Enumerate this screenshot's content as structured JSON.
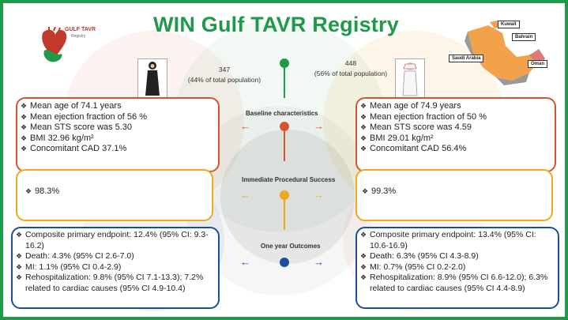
{
  "title": "WIN Gulf TAVR Registry",
  "logo": {
    "text": "GULF TAVR",
    "subtext": "Registry"
  },
  "map": {
    "countries": [
      "Kuwait",
      "Bahrain",
      "Saudi Arabia",
      "Oman"
    ]
  },
  "female_population": {
    "count": "347",
    "percent": "(44% of total population)"
  },
  "male_population": {
    "count": "448",
    "percent": "(56% of total population)"
  },
  "sections": {
    "baseline": "Baseline characteristics",
    "procedural": "Immediate Procedural Success",
    "outcomes": "One year Outcomes"
  },
  "colors": {
    "green": "#1e9a4a",
    "red": "#d9532f",
    "yellow": "#f0a81c",
    "blue": "#1b4f9c"
  },
  "female_baseline": [
    "Mean age of 74.1 years",
    "Mean ejection fraction of 56 %",
    "Mean STS score was 5.30",
    "BMI 32.96 kg/m²",
    "Concomitant CAD 37.1%"
  ],
  "male_baseline": [
    "Mean age of 74.9 years",
    "Mean ejection fraction of 50 %",
    "Mean STS score was 4.59",
    "BMI 29.01 kg/m²",
    "Concomitant CAD 56.4%"
  ],
  "female_success": "98.3%",
  "male_success": "99.3%",
  "female_outcomes": [
    "Composite primary endpoint: 12.4% (95% CI: 9.3-16.2)",
    "Death: 4.3% (95% CI 2.6-7.0)",
    "MI: 1.1% (95% CI 0.4-2.9)",
    "Rehospitalization:  9.8% (95% CI 7.1-13.3); 7.2% related to cardiac causes (95% CI 4.9-10.4)"
  ],
  "male_outcomes": [
    "Composite primary endpoint: 13.4% (95% CI: 10.6-16.9)",
    "Death: 6.3% (95% CI 4.3-8.9)",
    "MI: 0.7% (95% CI 0.2-2.0)",
    "Rehospitalization:  8.9% (95% CI 6.6-12.0); 6.3% related to cardiac causes (95% CI 4.4-8.9)"
  ]
}
